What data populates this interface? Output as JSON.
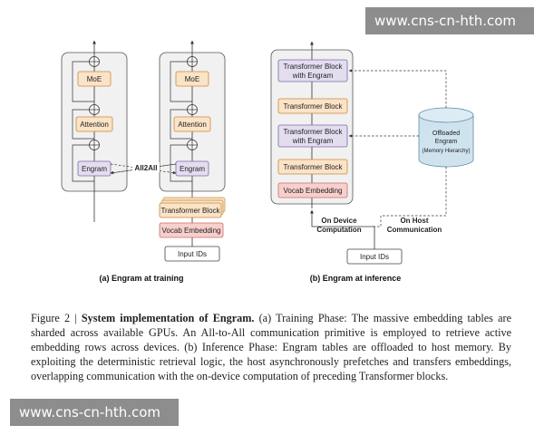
{
  "panel_a": {
    "subcaption": "(a) Engram at training",
    "blocks": {
      "moe": "MoE",
      "attention": "Attention",
      "engram": "Engram",
      "transformer_block": "Transformer Block",
      "vocab_embedding": "Vocab Embedding",
      "input_ids": "Input IDs"
    },
    "link_label": "All2All"
  },
  "panel_b": {
    "subcaption": "(b) Engram at inference",
    "blocks": {
      "transformer_engram_line1": "Transformer Block",
      "transformer_engram_line2": "with Engram",
      "transformer_block": "Transformer Block",
      "vocab_embedding": "Vocab Embedding",
      "input_ids": "Input IDs"
    },
    "storage": {
      "line1": "Offloaded",
      "line2": "Engram",
      "line3": "(Memory Hierarchy)"
    },
    "on_device_line1": "On Device",
    "on_device_line2": "Computation",
    "on_host_line1": "On Host",
    "on_host_line2": "Communication"
  },
  "caption": {
    "prefix": "Figure 2 | ",
    "title": "System implementation of Engram.",
    "body": " (a) Training Phase: The massive embedding tables are sharded across available GPUs. An All-to-All communication primitive is employed to retrieve active embedding rows across devices. (b) Inference Phase: Engram tables are offloaded to host memory. By exploiting the deterministic retrieval logic, the host asynchronously prefetches and transfers embeddings, overlapping communication with the on-device computation of preceding Transformer blocks."
  },
  "watermarks": {
    "top": "www.cns-cn-hth.com",
    "bottom": "www.cns-cn-hth.com"
  },
  "colors": {
    "orange_fill": "#fbe3c7",
    "orange_stroke": "#c98a3c",
    "purple_fill": "#e4ddf0",
    "purple_stroke": "#7b6aa3",
    "pink_fill": "#f7cfcc",
    "pink_stroke": "#c9706a",
    "container_fill": "#f1f1f1",
    "storage_fill": "#cfe3ef"
  }
}
